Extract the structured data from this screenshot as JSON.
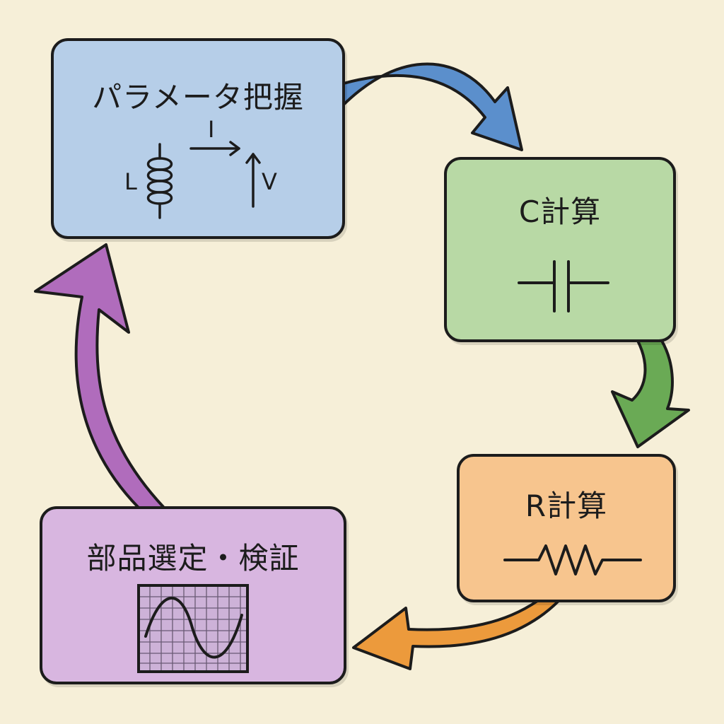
{
  "diagram": {
    "title_params": "パラメータ把握",
    "title_c": "C計算",
    "title_r": "R計算",
    "title_select": "部品選定・検証",
    "label_inductor": "L",
    "label_current": "I",
    "label_voltage": "V"
  },
  "colors": {
    "background": "#f6efd8",
    "box_params": "#b6cee8",
    "box_c": "#b8d9a5",
    "box_r": "#f7c58e",
    "box_select": "#d8b6e0",
    "arrow_blue": "#5b8fcc",
    "arrow_green": "#6aaa55",
    "arrow_orange": "#ec9a3c",
    "arrow_purple": "#b06cbc"
  },
  "icons": {
    "params": "inductor-coil-icon",
    "c": "capacitor-icon",
    "r": "resistor-icon",
    "select": "oscilloscope-icon"
  }
}
